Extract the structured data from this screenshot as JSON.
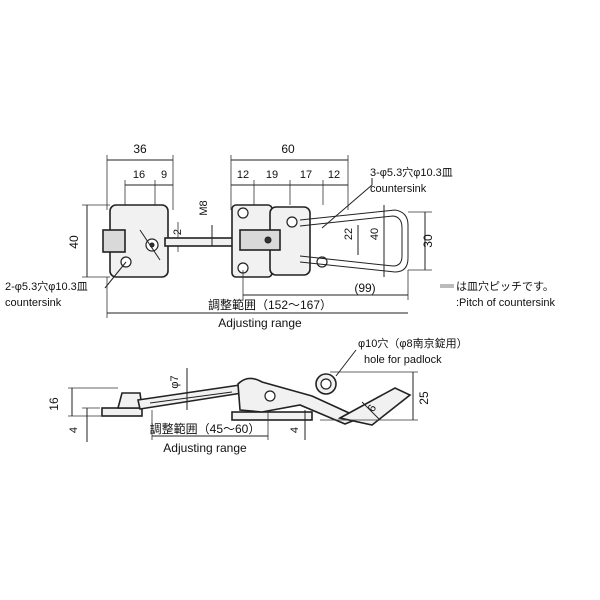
{
  "top_view": {
    "dim_36": "36",
    "dim_16": "16",
    "dim_9": "9",
    "dim_60": "60",
    "dim_12a": "12",
    "dim_19": "19",
    "dim_17": "17",
    "dim_12b": "12",
    "dim_40_left": "40",
    "dim_m8": "M8",
    "dim_2": "2",
    "dim_22": "22",
    "dim_40_right": "40",
    "dim_30": "30",
    "dim_99": "(99)",
    "right_note_top_jp": "3-φ5.3穴φ10.3皿",
    "right_note_top_en": "countersink",
    "left_note_jp": "2-φ5.3穴φ10.3皿",
    "left_note_en": "countersink",
    "adjusting_range_jp": "調整範囲（152～167）",
    "adjusting_range_en": "Adjusting range",
    "pitch_note_jp": "は皿穴ピッチです。",
    "pitch_note_en": ":Pitch of countersink"
  },
  "side_view": {
    "dim_16": "16",
    "dim_4_left": "4",
    "dim_phi7": "φ7",
    "dim_4_mid": "4",
    "dim_6": "6",
    "dim_25": "25",
    "padlock_jp": "φ10穴（φ8南京錠用）",
    "padlock_en": "hole for padlock",
    "adjusting_range_jp": "調整範囲（45～60）",
    "adjusting_range_en": "Adjusting range"
  }
}
